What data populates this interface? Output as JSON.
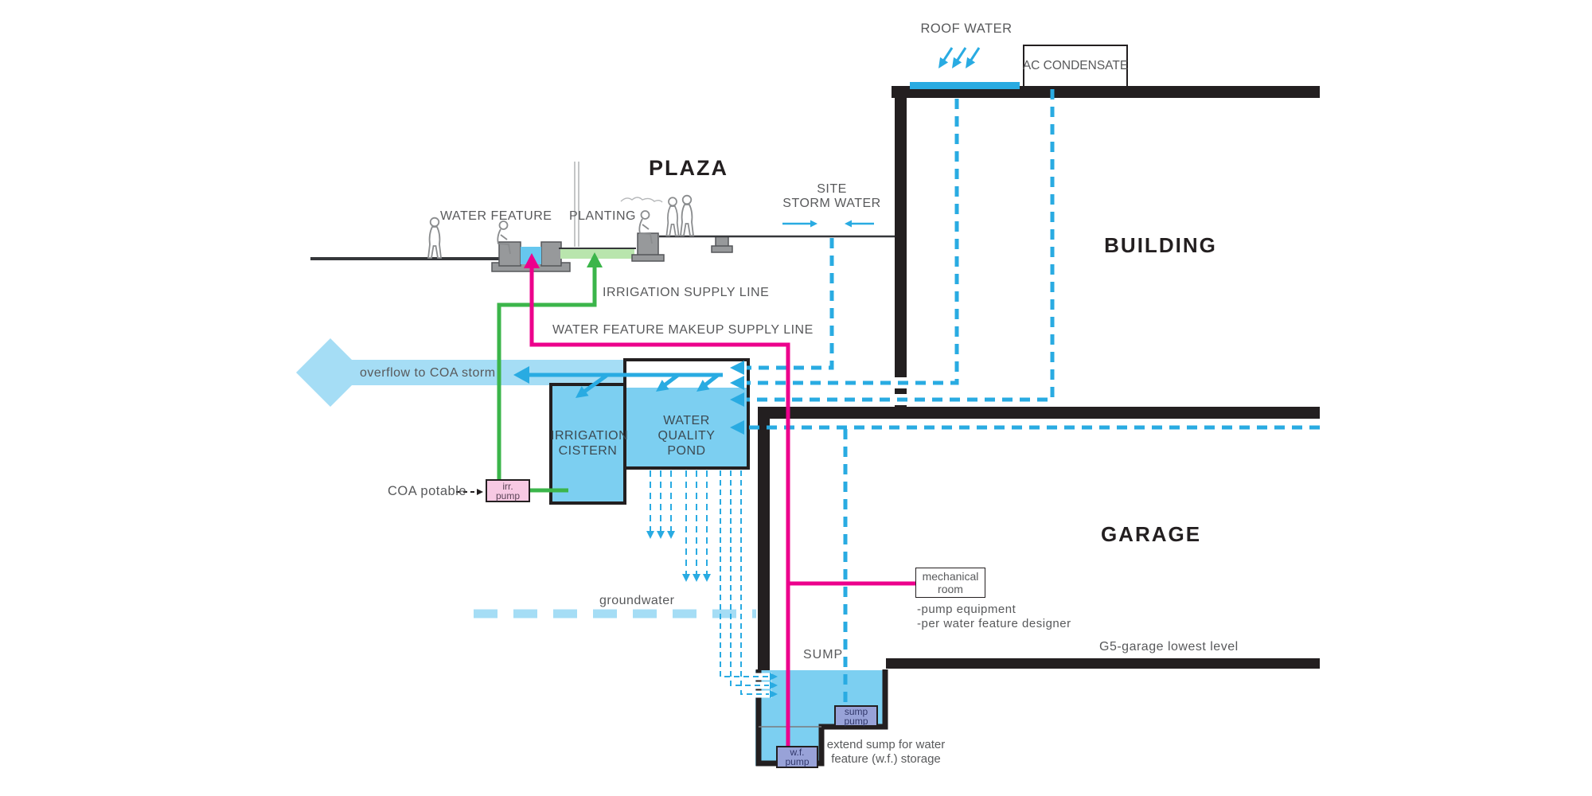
{
  "titles": {
    "plaza": "PLAZA",
    "building": "BUILDING",
    "garage": "GARAGE"
  },
  "labels": {
    "roof_water": "ROOF WATER",
    "ac_condensate": "AC CONDENSATE",
    "site_storm_line1": "SITE",
    "site_storm_line2": "STORM WATER",
    "water_feature": "WATER FEATURE",
    "planting": "PLANTING",
    "irrigation_supply": "IRRIGATION SUPPLY LINE",
    "wf_makeup_supply": "WATER FEATURE MAKEUP SUPPLY LINE",
    "overflow": "overflow to COA storm",
    "coa_potable": "COA potable",
    "groundwater": "groundwater",
    "sump": "SUMP",
    "g5": "G5-garage lowest level",
    "mech_line1": "mechanical",
    "mech_line2": "room",
    "mech_note1": "-pump equipment",
    "mech_note2": "-per water feature designer",
    "extend_line1": "extend sump for water",
    "extend_line2": "feature (w.f.) storage"
  },
  "tanks": {
    "cistern_line1": "IRRIGATION",
    "cistern_line2": "CISTERN",
    "pond_line1": "WATER",
    "pond_line2": "QUALITY",
    "pond_line3": "POND"
  },
  "pumps": {
    "irr_line1": "irr.",
    "irr_line2": "pump",
    "sump_line1": "sump",
    "sump_line2": "pump",
    "wf_line1": "w.f.",
    "wf_line2": "pump"
  },
  "colors": {
    "cyan": "#29abe2",
    "light_blue": "#a5ddf5",
    "water_fill": "#7ccff1",
    "green": "#3bb54a",
    "pale_green": "#b9e5ad",
    "magenta": "#ec008c",
    "pink": "#f7c9e3",
    "periwinkle": "#98a2d8",
    "ink": "#231f20",
    "gray_text": "#58595b"
  }
}
